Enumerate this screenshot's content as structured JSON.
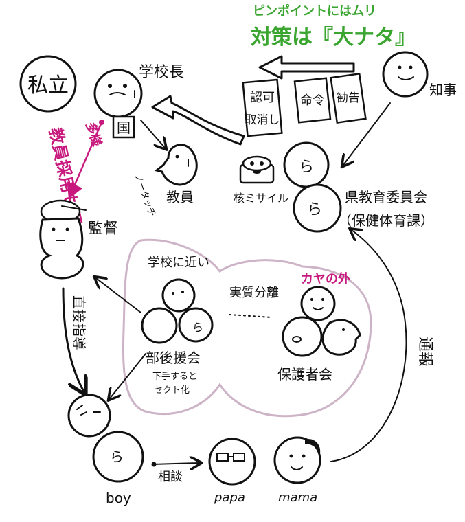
{
  "colors": {
    "ink": "#111111",
    "green": "#3aa630",
    "magenta": "#c8197e",
    "blob": "#cdb3c6"
  },
  "headline": {
    "line1": "ピンポイントにはムリ",
    "line2": "対策は『大ナタ』"
  },
  "nodes": {
    "private": "私立",
    "principal": "学校長",
    "country": "国",
    "teacher": "教員",
    "governor": "知事",
    "board_line1": "県教育委員会",
    "board_line2": "（保健体育課）",
    "coach": "監督",
    "booster": "部後援会",
    "booster_note1": "下手すると",
    "booster_note2": "セクト化",
    "pta": "保護者会",
    "boy": "boy",
    "papa": "papa",
    "mama": "mama",
    "missile": "核ミサイル"
  },
  "cards": {
    "revoke_line1": "認可",
    "revoke_line2": "取消し",
    "order": "命令",
    "advice": "勧告"
  },
  "labels": {
    "no_touch": "ノータッチ",
    "multi1": "多様",
    "multi2": "教員採用も可",
    "direct": "直接指導",
    "near_school": "学校に近い",
    "separated": "実質分離",
    "out_of_scope": "カヤの外",
    "report": "通報",
    "consult": "相談"
  },
  "faces": {
    "small_face": "ら",
    "board_face": "ら"
  }
}
